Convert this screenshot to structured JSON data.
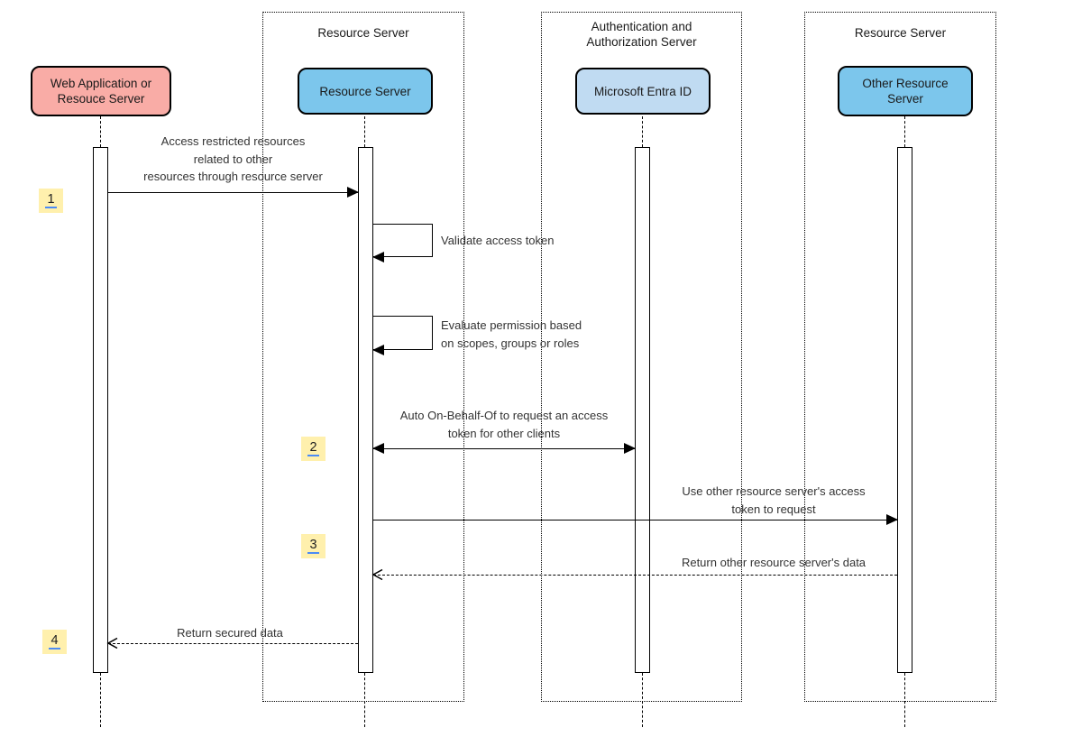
{
  "diagram_type": "sequence-diagram",
  "colors": {
    "actor_pink": "#F9ACA6",
    "actor_blue": "#7CC6EC",
    "actor_light_blue": "#C0DBF2",
    "badge_yellow": "#FFF0AD",
    "badge_link_underline": "#4C8BF5",
    "line": "#000000"
  },
  "containers": [
    {
      "title": "Resource Server"
    },
    {
      "title": "Authentication and Authorization Server"
    },
    {
      "title": "Resource Server"
    }
  ],
  "actors": [
    {
      "label": "Web Application or Resouce Server"
    },
    {
      "label": "Resource Server"
    },
    {
      "label": "Microsoft Entra ID"
    },
    {
      "label": "Other Resource Server"
    }
  ],
  "badges": {
    "b1": "1",
    "b2": "2",
    "b3": "3",
    "b4": "4"
  },
  "messages": {
    "m1": {
      "lines": [
        "Access restricted resources",
        "related to other",
        "resources through resource server"
      ],
      "style": "solid"
    },
    "m2": {
      "lines": [
        "Validate access token"
      ],
      "style": "self-loop"
    },
    "m3": {
      "lines": [
        "Evaluate permission based",
        "on scopes, groups or roles"
      ],
      "style": "self-loop"
    },
    "m4": {
      "lines": [
        "Auto On-Behalf-Of to request an access",
        "token for other clients"
      ],
      "style": "solid-bidirectional"
    },
    "m5": {
      "lines": [
        "Use other resource server's access",
        "token to request"
      ],
      "style": "solid"
    },
    "m6": {
      "lines": [
        "Return other resource server's data"
      ],
      "style": "dashed-return"
    },
    "m7": {
      "lines": [
        "Return secured data"
      ],
      "style": "dashed-return"
    }
  }
}
